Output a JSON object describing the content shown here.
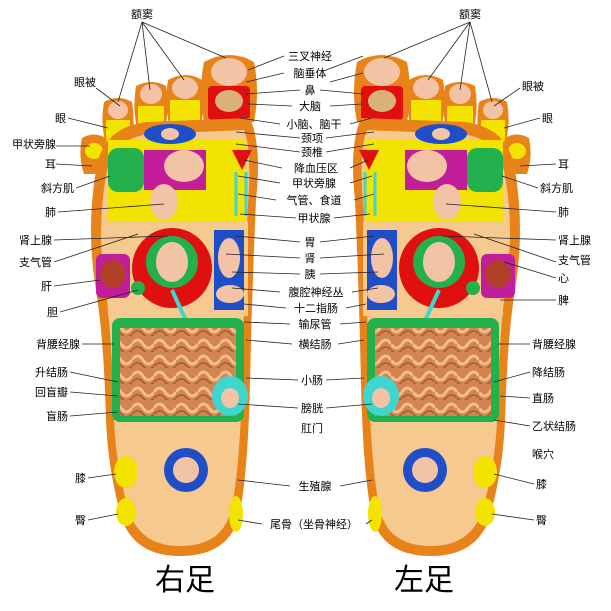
{
  "titles": {
    "right_foot": "右足",
    "left_foot": "左足"
  },
  "center_labels": [
    "三叉神经",
    "脑垂体",
    "鼻",
    "大脑",
    "小脑、脑干",
    "颈项",
    "颈椎",
    "降血压区",
    "甲状旁腺",
    "气管、食道",
    "甲状腺",
    "胃",
    "肾",
    "胰",
    "腹腔神经丛",
    "十二指肠",
    "输尿管",
    "横结肠",
    "小肠",
    "膀胱",
    "肛门",
    "生殖腺",
    "尾骨（坐骨神经）"
  ],
  "right_foot_labels": {
    "sinus": "额窦",
    "eye_cover": "眼被",
    "eye": "眼",
    "parathyroid": "甲状旁腺",
    "ear": "耳",
    "trapezius": "斜方肌",
    "lung": "肺",
    "adrenal": "肾上腺",
    "bronchus": "支气管",
    "liver": "肝",
    "gallbladder": "胆",
    "back_gland": "背腰经腺",
    "ascending_colon": "升结肠",
    "ileocecal_valve": "回盲瓣",
    "cecum": "盲肠",
    "knee": "膝",
    "hip": "臀"
  },
  "left_foot_labels": {
    "sinus": "额窦",
    "eye_cover": "眼被",
    "eye": "眼",
    "ear": "耳",
    "trapezius": "斜方肌",
    "lung": "肺",
    "adrenal": "肾上腺",
    "bronchus": "支气管",
    "heart": "心",
    "spleen": "脾",
    "back_gland": "背腰经腺",
    "descending_colon": "降结肠",
    "rectum": "直肠",
    "sigmoid_colon": "乙状结肠",
    "throat_point": "喉穴",
    "knee": "膝",
    "hip": "臀"
  },
  "colors": {
    "sole": "#f6c98e",
    "outline": "#e8831a",
    "yellow": "#f2e300",
    "green": "#22b14c",
    "blue": "#1f4fc8",
    "red": "#e01010",
    "magenta": "#c21d9b",
    "cyan": "#3fd6d0",
    "skin": "#f3c3a5",
    "intestine": "#d98a55"
  }
}
